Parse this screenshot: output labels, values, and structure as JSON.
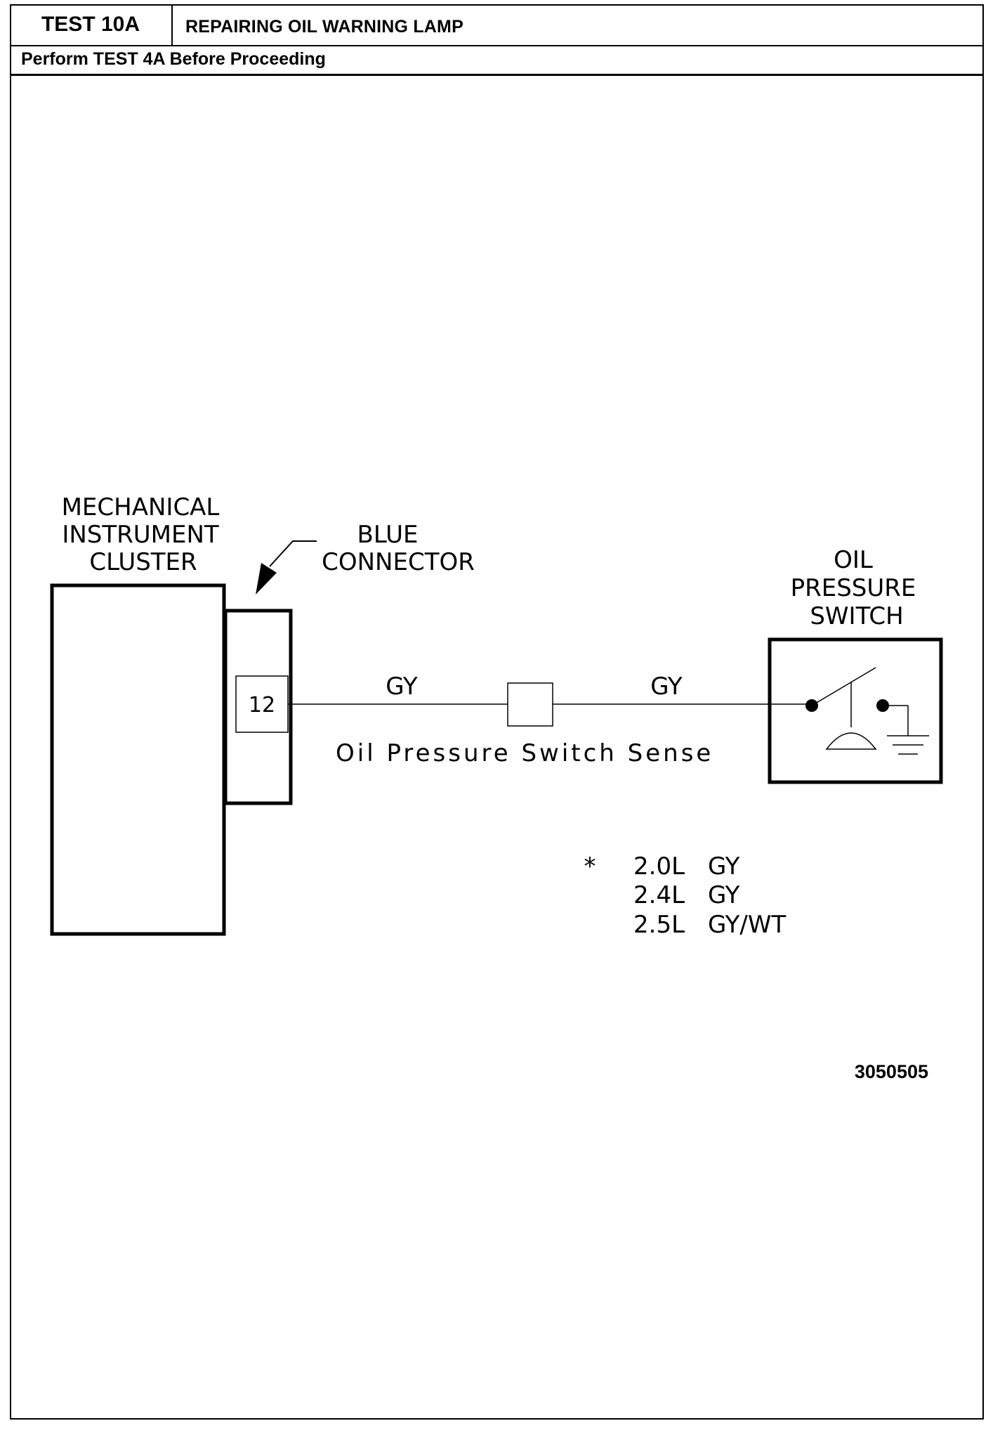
{
  "header": {
    "test_id": "TEST 10A",
    "title": "REPAIRING OIL WARNING LAMP",
    "prerequisite": "Perform TEST 4A Before Proceeding"
  },
  "diagram": {
    "cluster_label": [
      "MECHANICAL",
      "INSTRUMENT",
      "CLUSTER"
    ],
    "connector_label": [
      "BLUE",
      "CONNECTOR"
    ],
    "pin_number": "12",
    "wire_color_left": "GY",
    "wire_color_right": "GY",
    "circuit_name": "Oil Pressure Switch Sense",
    "switch_label": [
      "OIL",
      "PRESSURE",
      "SWITCH"
    ],
    "engine_note": {
      "marker": "*",
      "rows": [
        {
          "engine": "2.0L",
          "wire": "GY"
        },
        {
          "engine": "2.4L",
          "wire": "GY"
        },
        {
          "engine": "2.5L",
          "wire": "GY/WT"
        }
      ]
    },
    "figure_number": "3050505"
  }
}
